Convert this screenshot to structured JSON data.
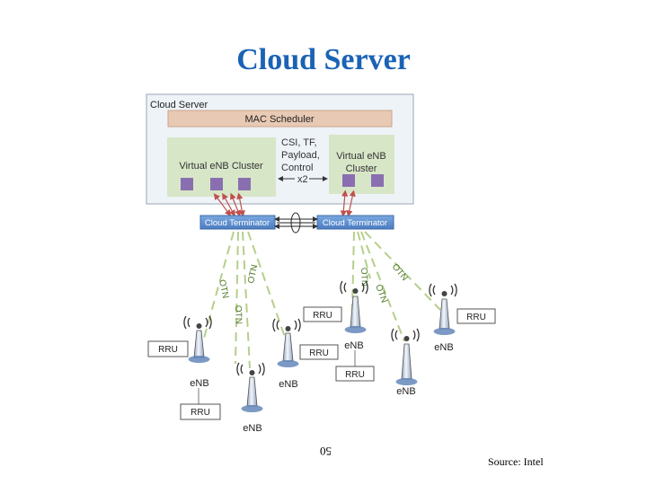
{
  "slide": {
    "title": "Cloud Server",
    "page_number": "50",
    "source": "Source: Intel"
  },
  "diagram": {
    "server_label": "Cloud Server",
    "scheduler_label": "MAC Scheduler",
    "cluster_left_label": "Virtual eNB Cluster",
    "cluster_right_line1": "Virtual eNB",
    "cluster_right_line2": "Cluster",
    "interconnect_lines": [
      "CSI, TF,",
      "Payload,",
      "Control"
    ],
    "interconnect_multiplier": "x2",
    "terminator_left": "Cloud Terminator",
    "terminator_right": "Cloud Terminator",
    "link_label": "OTN",
    "rru_label": "RRU",
    "enb_label": "eNB"
  },
  "colors": {
    "title": "#1a63b5",
    "scheduler_fill": "#e8c9b4",
    "cluster_fill": "#d8e6c8",
    "server_fill": "#eef3f8",
    "terminator_fill": "#5b8fd0",
    "vm_block": "#8a6fb0",
    "otn_link": "#b5cf8a"
  }
}
